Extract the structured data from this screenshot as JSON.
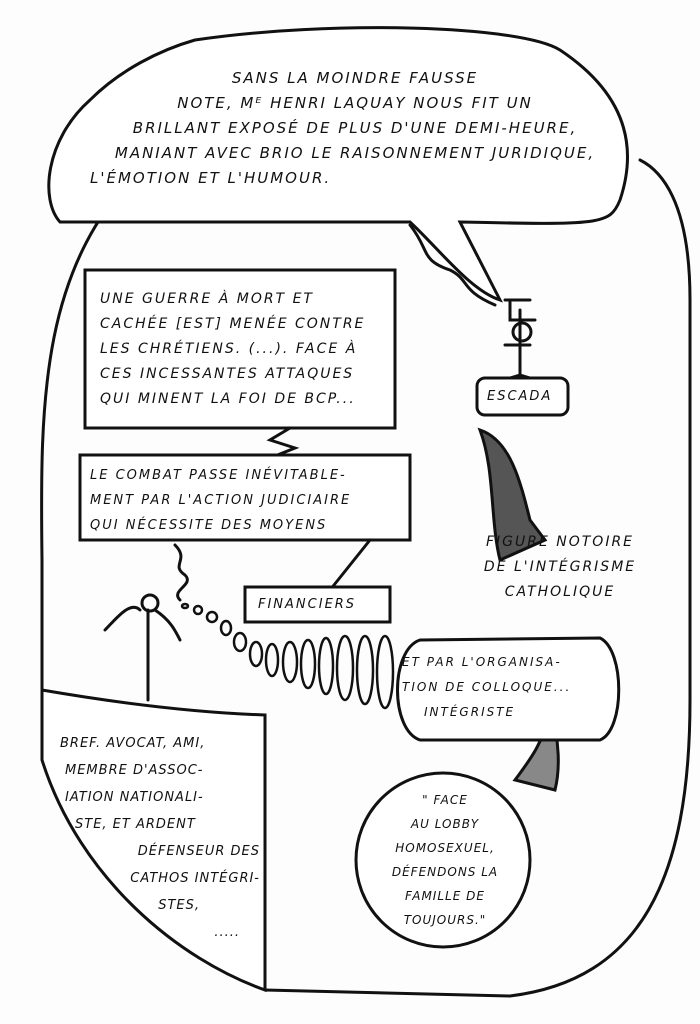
{
  "top_bubble": {
    "lines": [
      "SANS LA MOINDRE FAUSSE",
      "NOTE, Mᴱ HENRI LAQUAY NOUS FIT UN",
      "BRILLANT EXPOSÉ DE PLUS D'UNE DEMI-HEURE,",
      "MANIANT AVEC BRIO LE RAISONNEMENT JURIDIQUE,",
      "L'ÉMOTION ET L'HUMOUR."
    ]
  },
  "quote_box_1": {
    "lines": [
      "UNE GUERRE À MORT ET",
      "CACHÉE [EST] MENÉE CONTRE",
      "LES CHRÉTIENS. (...). FACE À",
      "CES INCESSANTES ATTAQUES",
      "QUI MINENT LA FOI DE BCP..."
    ]
  },
  "quote_box_2": {
    "lines": [
      "LE COMBAT PASSE INÉVITABLE-",
      "MENT PAR L'ACTION JUDICIAIRE",
      "QUI NÉCESSITE DES MOYENS"
    ]
  },
  "financiers_label": "FINANCIERS",
  "escada_label": "ESCADA",
  "figure_caption": {
    "lines": [
      "FIGURE NOTOIRE",
      "DE L'INTÉGRISME",
      "CATHOLIQUE"
    ]
  },
  "organisation_bubble": {
    "lines": [
      "ET PAR L'ORGANISA-",
      "TION DE COLLOQUE...",
      "INTÉGRISTE"
    ]
  },
  "flag_text": {
    "lines": [
      "BREF. AVOCAT, AMI,",
      "MEMBRE D'ASSOC-",
      "IATION NATIONALI-",
      "STE, ET ARDENT",
      "DÉFENSEUR DES",
      "CATHOS INTÉGRI-",
      "STES,",
      "....."
    ]
  },
  "slogan_circle": {
    "lines": [
      "\" FACE",
      "AU LOBBY",
      "HOMOSEXUEL,",
      "DÉFENDONS LA",
      "FAMILLE DE",
      "TOUJOURS.\""
    ]
  }
}
